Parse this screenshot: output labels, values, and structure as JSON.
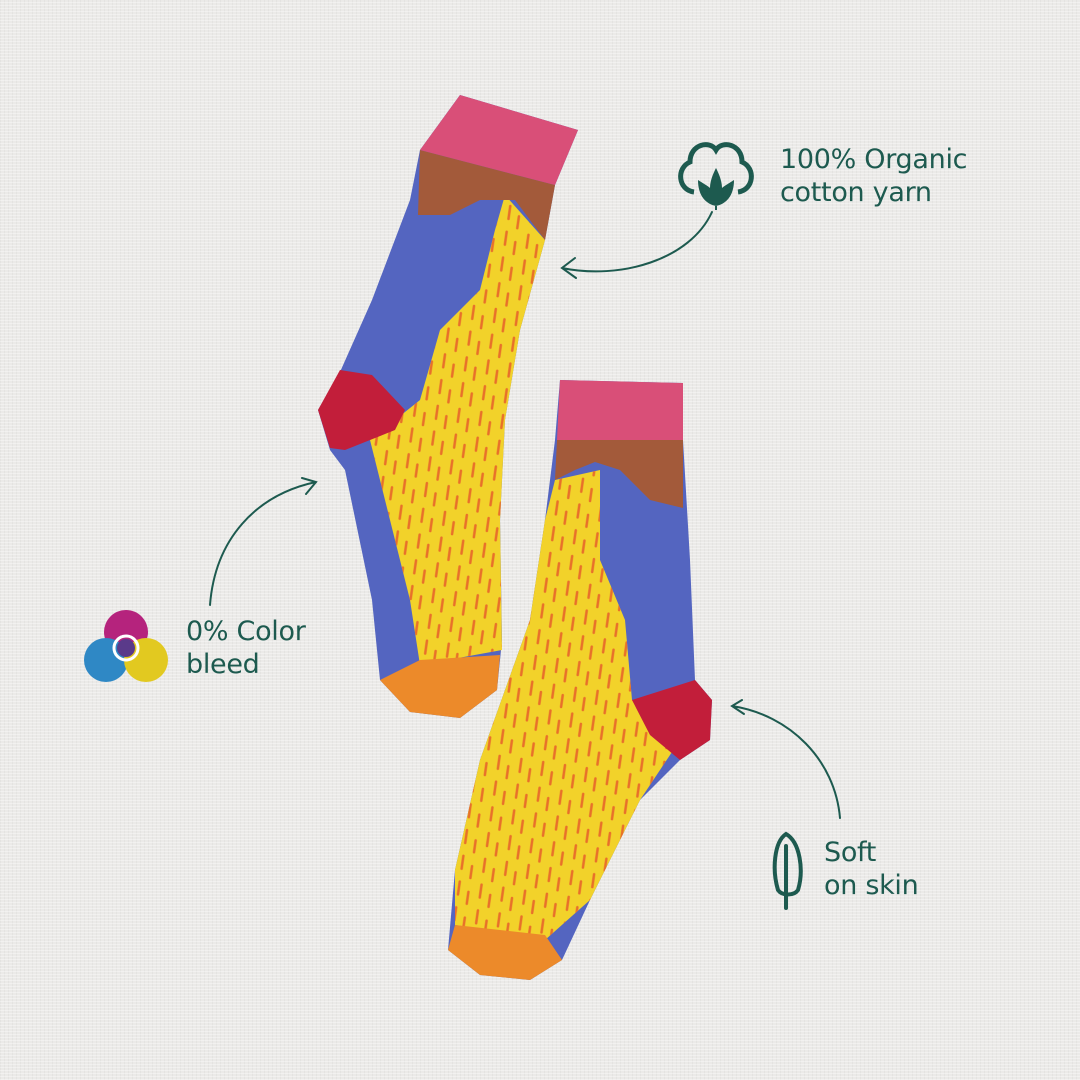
{
  "features": [
    {
      "icon": "cotton-flower-icon",
      "line1": "100% Organic",
      "line2": "cotton yarn"
    },
    {
      "icon": "color-circles-icon",
      "line1": "0% Color",
      "line2": "bleed"
    },
    {
      "icon": "feather-icon",
      "line1": "Soft",
      "line2": "on skin"
    }
  ],
  "colors": {
    "text": "#1d5a4f",
    "cuff": "#d94f78",
    "band": "#a35a3a",
    "blue": "#5465c0",
    "yellow": "#f2d22a",
    "stripe": "#e8702a",
    "heel": "#c21e3a",
    "toe": "#ec8a2a"
  }
}
